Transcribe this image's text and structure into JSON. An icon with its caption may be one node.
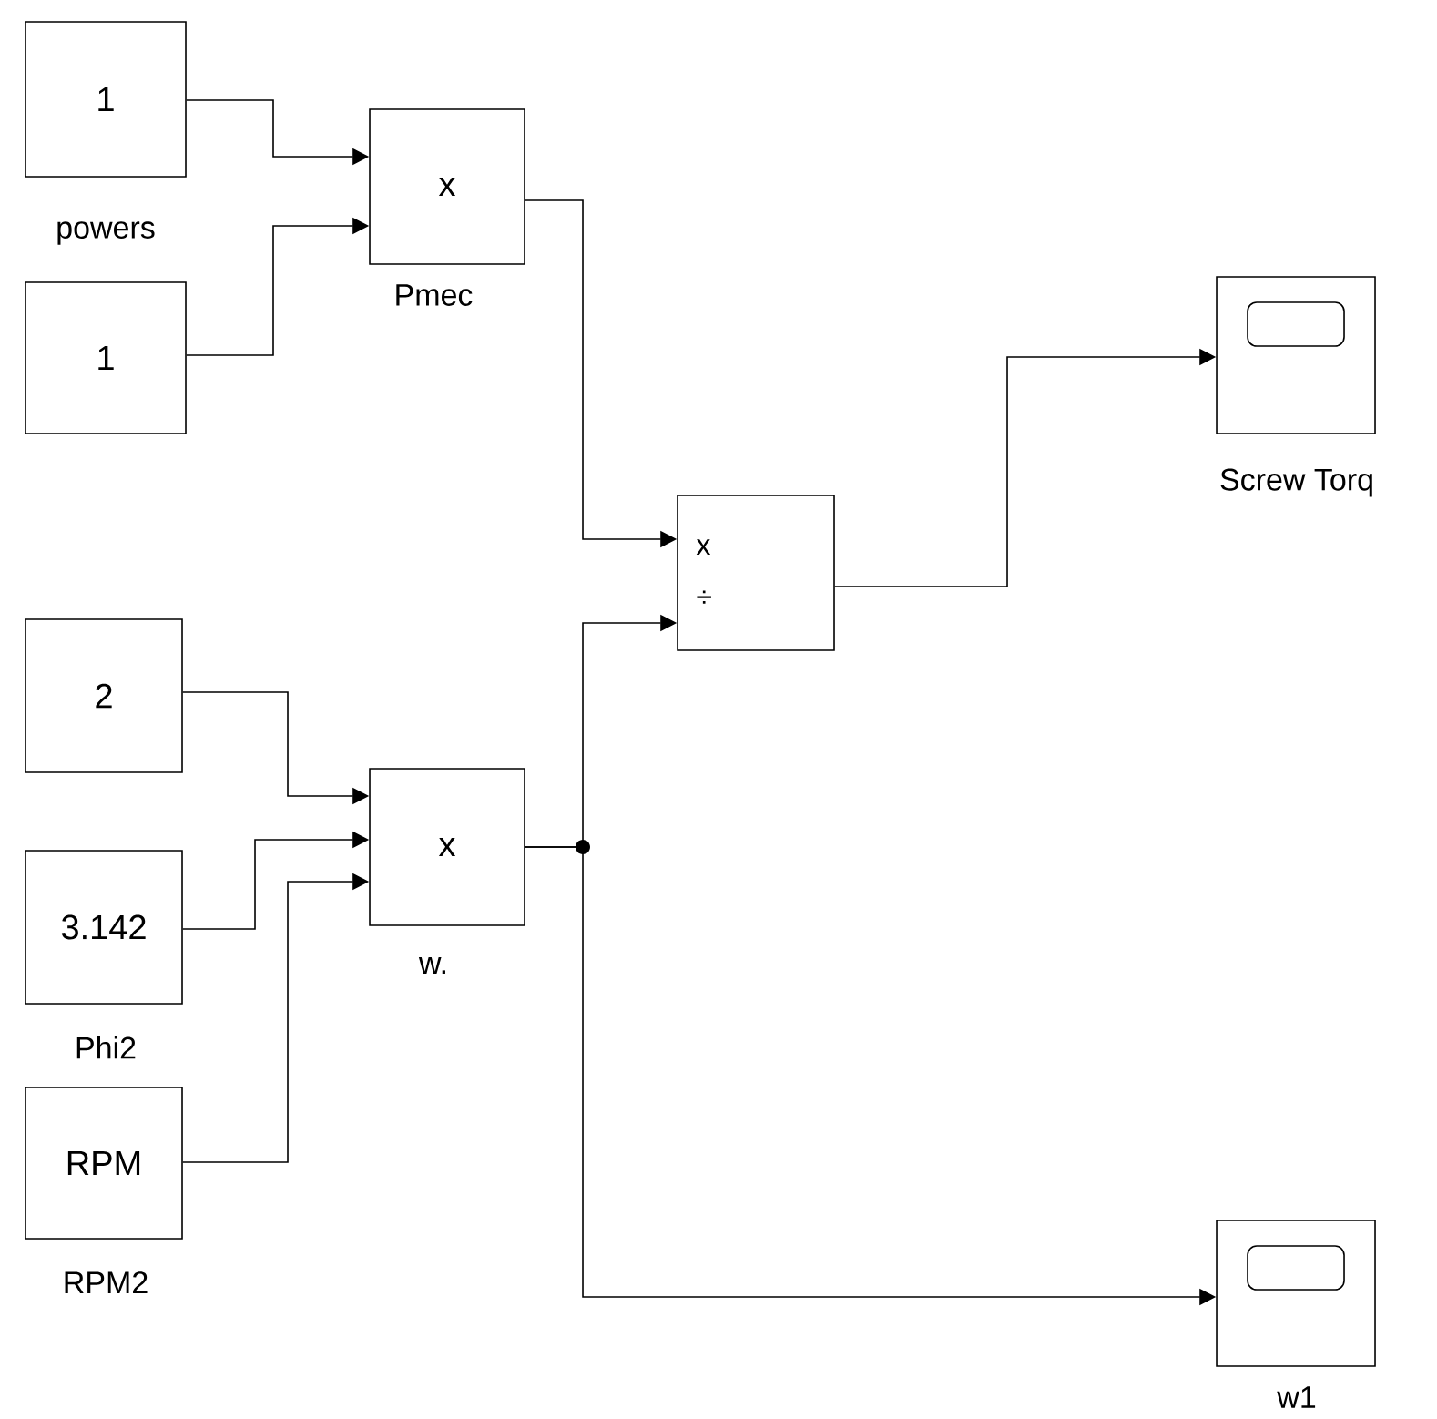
{
  "diagram": {
    "nodes": [
      {
        "text": [
          "1"
        ],
        "beside": [
          "powers"
        ]
      },
      {
        "text": [
          "1"
        ]
      },
      {
        "text": [
          "x"
        ],
        "beside": [
          "Pmec"
        ]
      },
      {
        "text": [
          "x",
          "÷"
        ]
      },
      {
        "text": [],
        "shape": "box",
        "beside": [
          "Screw Torq"
        ]
      },
      {
        "text": [
          "2"
        ]
      },
      {
        "text": [
          "3.142"
        ],
        "beside": [
          "Phi2"
        ]
      },
      {
        "text": [
          "RPM"
        ],
        "beside": [
          "RPM2"
        ]
      },
      {
        "text": [
          "x"
        ],
        "beside": [
          "w."
        ]
      },
      {
        "text": [],
        "shape": "box",
        "beside": [
          "w1"
        ]
      }
    ],
    "edges": [
      {
        "from": 0,
        "to": 2,
        "arrow": "to"
      },
      {
        "from": 1,
        "to": 2,
        "arrow": "to"
      },
      {
        "from": 2,
        "to": 3,
        "arrow": "to"
      },
      {
        "from": 3,
        "to": 4,
        "arrow": "to"
      },
      {
        "from": 5,
        "to": 8,
        "arrow": "to"
      },
      {
        "from": 6,
        "to": 8,
        "arrow": "to"
      },
      {
        "from": 7,
        "to": 8,
        "arrow": "to"
      },
      {
        "from": 8,
        "to": 3,
        "arrow": "to"
      },
      {
        "from": 8,
        "to": 9,
        "arrow": "to"
      }
    ]
  }
}
